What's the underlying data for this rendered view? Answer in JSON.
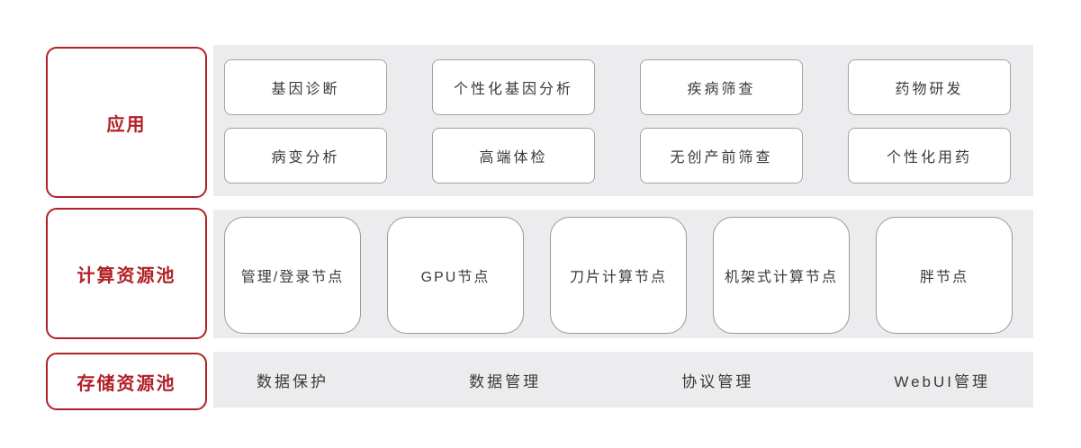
{
  "colors": {
    "accent_red": "#B02127",
    "band_background": "#ECECEE",
    "box_border_gray": "#A3A3A3",
    "text_dark": "#3A3A3A"
  },
  "rows": [
    {
      "label": "应用",
      "items": [
        "基因诊断",
        "个性化基因分析",
        "疾病筛查",
        "药物研发",
        "病变分析",
        "高端体检",
        "无创产前筛查",
        "个性化用药"
      ]
    },
    {
      "label": "计算资源池",
      "items": [
        "管理/登录节点",
        "GPU节点",
        "刀片计算节点",
        "机架式计算节点",
        "胖节点"
      ]
    },
    {
      "label": "存储资源池",
      "items": [
        "数据保护",
        "数据管理",
        "协议管理",
        "WebUI管理"
      ]
    }
  ]
}
